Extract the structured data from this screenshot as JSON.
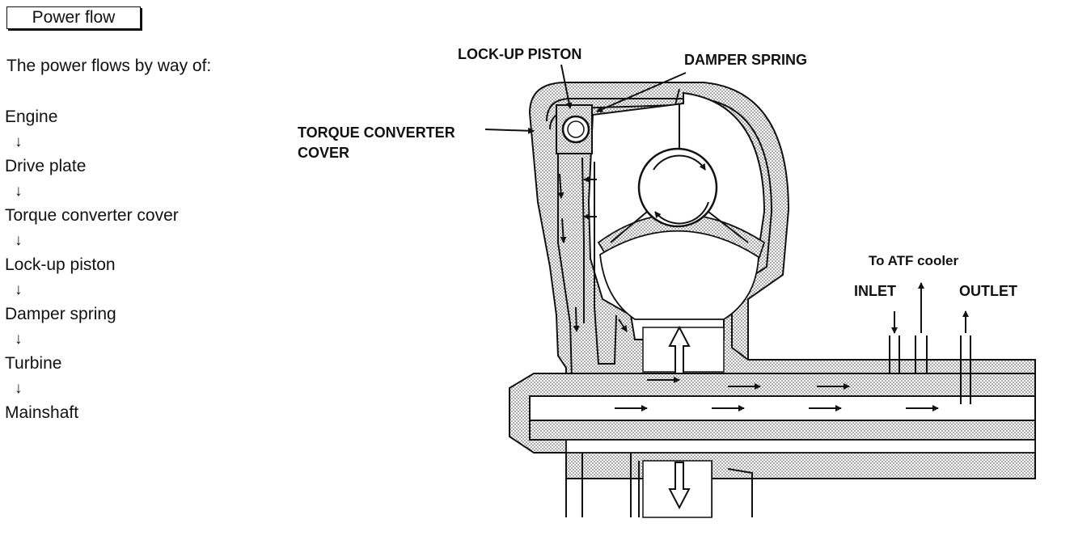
{
  "header": {
    "title": "Power flow"
  },
  "intro": "The power flows by way of:",
  "flow": {
    "arrow": "↓",
    "steps": [
      "Engine",
      "Drive plate",
      "Torque converter cover",
      "Lock-up piston",
      "Damper spring",
      "Turbine",
      "Mainshaft"
    ]
  },
  "diagram": {
    "labels": {
      "lockup_piston": "LOCK-UP PISTON",
      "damper_spring": "DAMPER SPRING",
      "cover_line1": "TORQUE CONVERTER",
      "cover_line2": "COVER",
      "atf_cooler": "To ATF cooler",
      "inlet": "INLET",
      "outlet": "OUTLET"
    }
  }
}
